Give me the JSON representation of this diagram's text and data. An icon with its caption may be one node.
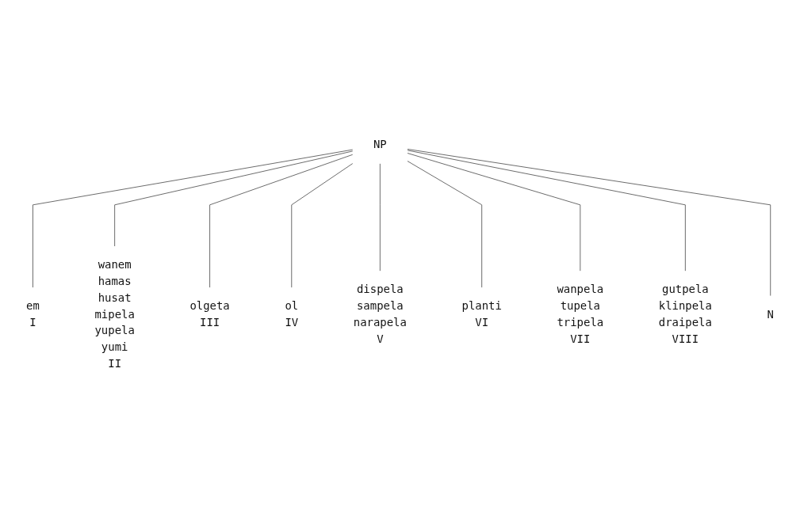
{
  "diagram": {
    "nodes": [
      {
        "text": [
          "NP"
        ]
      },
      {
        "text": [
          "em",
          "I"
        ]
      },
      {
        "text": [
          "wanem",
          "hamas",
          "husat",
          "mipela",
          "yupela",
          "yumi",
          "II"
        ]
      },
      {
        "text": [
          "olgeta",
          "III"
        ]
      },
      {
        "text": [
          "ol",
          "IV"
        ]
      },
      {
        "text": [
          "dispela",
          "sampela",
          "narapela",
          "V"
        ]
      },
      {
        "text": [
          "planti",
          "VI"
        ]
      },
      {
        "text": [
          "wanpela",
          "tupela",
          "tripela",
          "VII"
        ]
      },
      {
        "text": [
          "gutpela",
          "klinpela",
          "draipela",
          "VIII"
        ]
      },
      {
        "text": [
          "N"
        ]
      }
    ],
    "edges": [
      {
        "from": 0,
        "to": 1,
        "arrow": "none"
      },
      {
        "from": 0,
        "to": 2,
        "arrow": "none"
      },
      {
        "from": 0,
        "to": 3,
        "arrow": "none"
      },
      {
        "from": 0,
        "to": 4,
        "arrow": "none"
      },
      {
        "from": 0,
        "to": 5,
        "arrow": "none"
      },
      {
        "from": 0,
        "to": 6,
        "arrow": "none"
      },
      {
        "from": 0,
        "to": 7,
        "arrow": "none"
      },
      {
        "from": 0,
        "to": 8,
        "arrow": "none"
      },
      {
        "from": 0,
        "to": 9,
        "arrow": "none"
      }
    ]
  }
}
